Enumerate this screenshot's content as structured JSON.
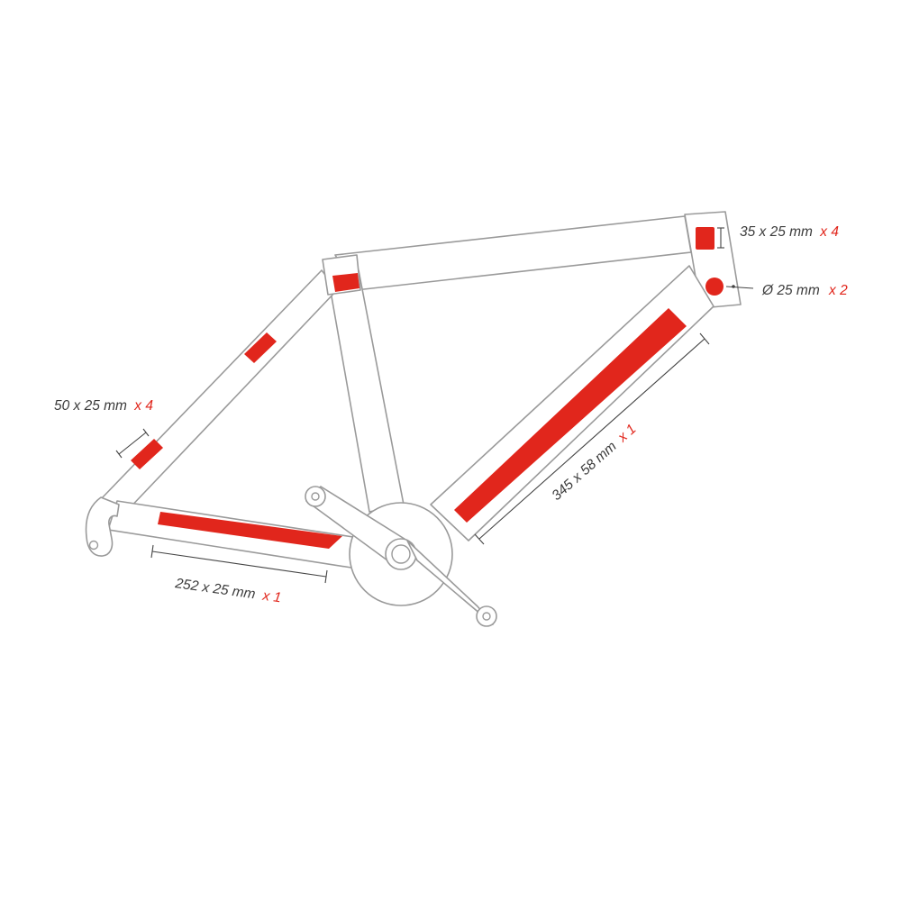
{
  "colors": {
    "accent": "#e1261c",
    "frame_stroke": "#9a9a9a",
    "label_text": "#3c3c3c"
  },
  "labels": {
    "head_pads": {
      "size": "35 x 25 mm",
      "qty": "x 4"
    },
    "round_pads": {
      "size": "Ø 25 mm",
      "qty": "x 2"
    },
    "seat_stay_pads": {
      "size": "50 x 25 mm",
      "qty": "x 4"
    },
    "chainstay_pad": {
      "size": "252 x 25 mm",
      "qty": "x 1"
    },
    "down_tube_pad": {
      "size": "345 x 58 mm",
      "qty": "x 1"
    }
  }
}
